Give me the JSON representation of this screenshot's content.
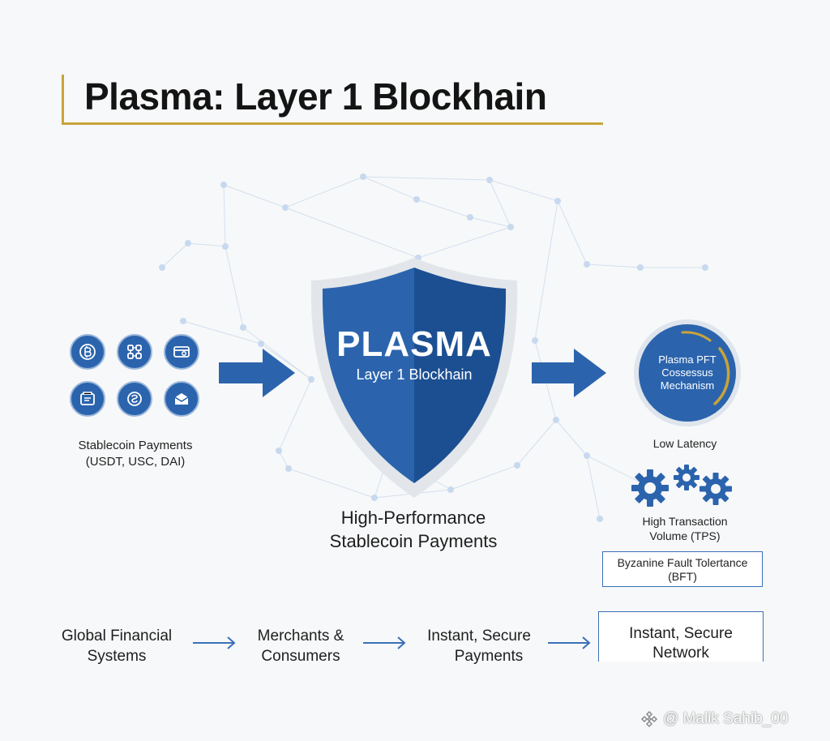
{
  "title": "Plasma: Layer 1 Blockhain",
  "left": {
    "icons": [
      "bitcoin-coin-icon",
      "network-nodes-coin-icon",
      "card-coin-icon",
      "wallet-coin-icon",
      "currency-exchange-coin-icon",
      "envelope-coin-icon"
    ],
    "label_line1": "Stablecoin Payments",
    "label_line2": "(USDT, USC, DAI)"
  },
  "center": {
    "shield_title": "PLASMA",
    "shield_subtitle": "Layer 1 Blockhain",
    "caption_line1": "High-Performance",
    "caption_line2": "Stablecoin Payments"
  },
  "right": {
    "consensus_line1": "Plasma PFT",
    "consensus_line2": "Cossessus",
    "consensus_line3": "Mechanism",
    "low_latency": "Low Latency",
    "tps_line1": "High Transaction",
    "tps_line2": "Volume (TPS)",
    "bft_line1": "Byzanine Fault Tolertance",
    "bft_line2": "(BFT)"
  },
  "flow": {
    "step1_line1": "Global Financial",
    "step1_line2": "Systems",
    "step2_line1": "Merchants &",
    "step2_line2": "Consumers",
    "step3_line1": "Instant, Secure",
    "step3_line2": "Payments",
    "step4_line1": "Instant, Secure",
    "step4_line2": "Network"
  },
  "watermark": "@ Malik Sahib_00",
  "colors": {
    "primary_blue": "#2b64ad",
    "dark_blue": "#1c4f92",
    "gold_accent": "#c9a43a",
    "background": "#f7f8f9"
  }
}
